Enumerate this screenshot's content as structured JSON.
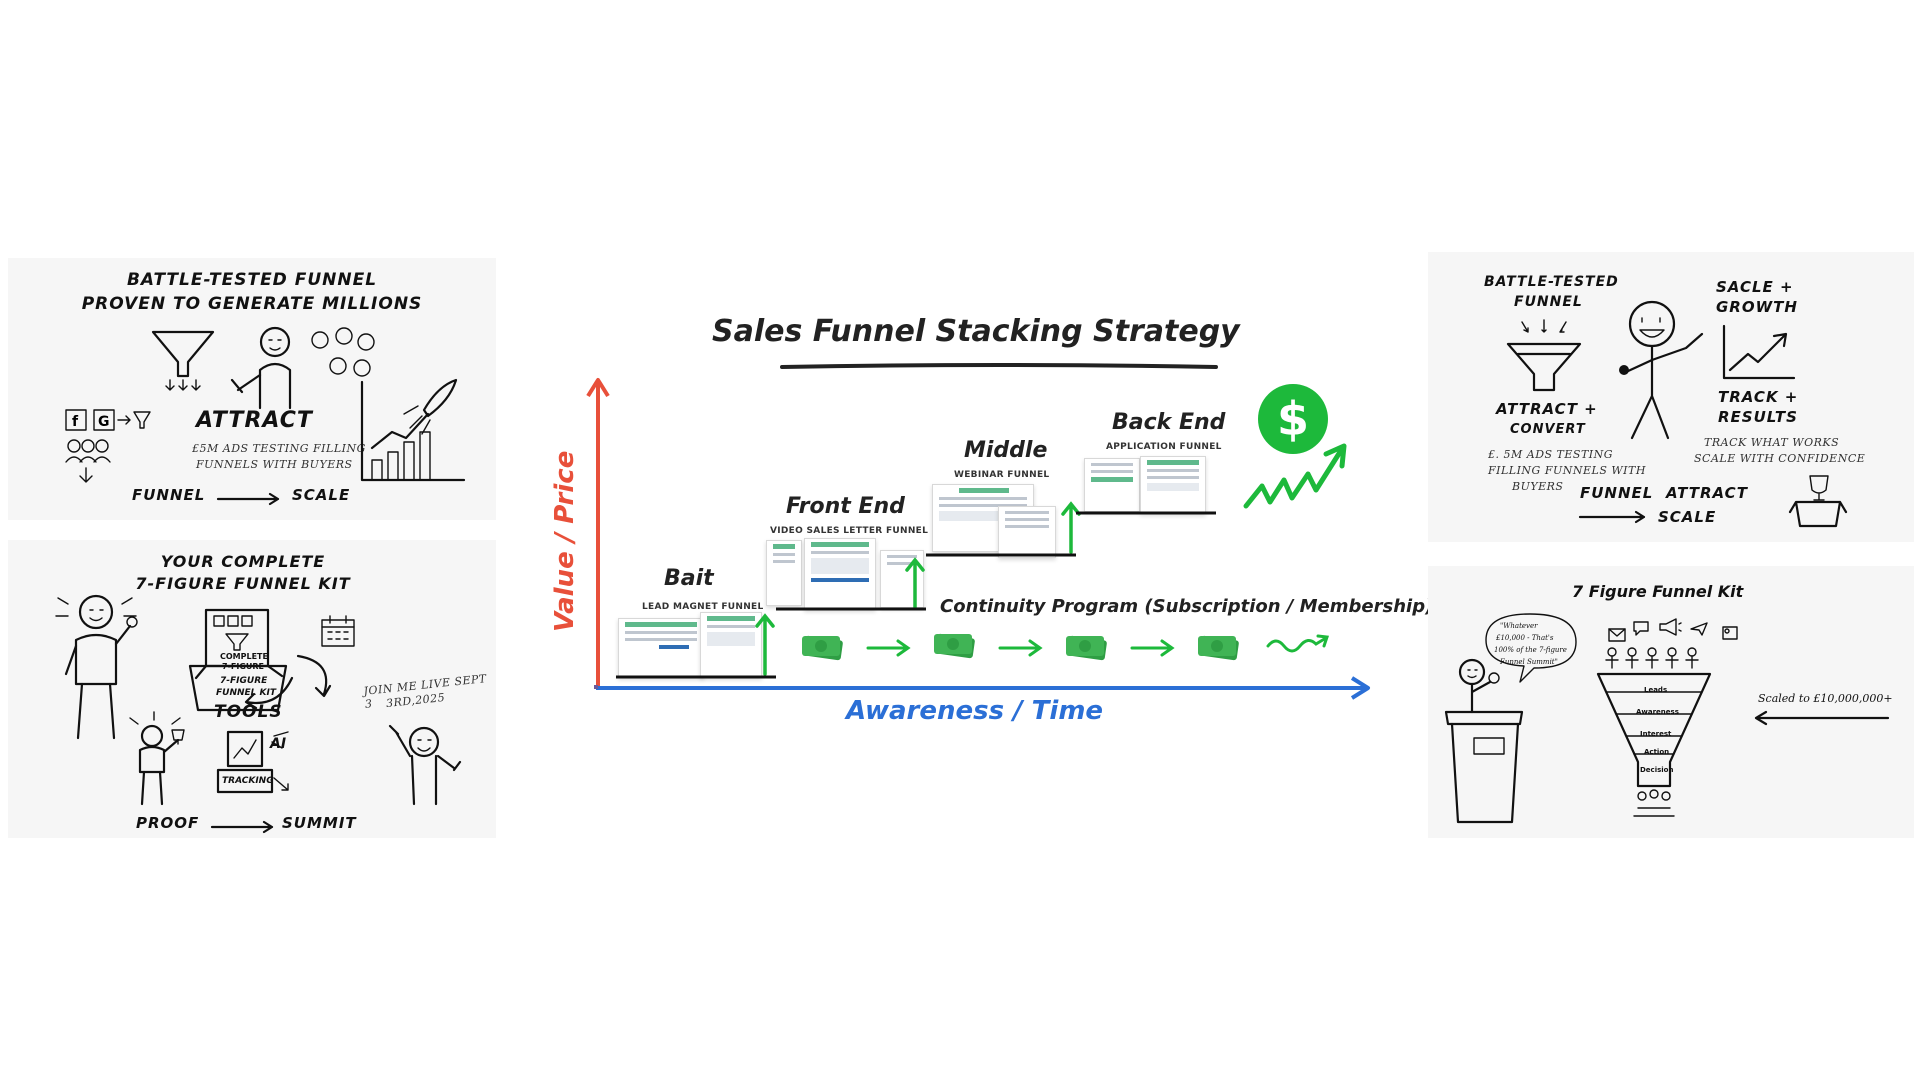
{
  "colors": {
    "green": "#1db93b",
    "red_axis": "#e8503a",
    "blue_axis": "#2b6fd6",
    "money_green": "#2f9e44"
  },
  "left_top": {
    "title_line1": "BATTLE-TESTED FUNNEL",
    "title_line2": "PROVEN TO GENERATE MILLIONS",
    "attract": "ATTRACT",
    "caption_line1": "£5m ADS TESTING FILLING",
    "caption_line2": "FUNNELS WITH BUYERS",
    "funnel": "FUNNEL",
    "scale": "SCALE"
  },
  "left_bottom": {
    "title_line1": "YOUR COMPLETE",
    "title_line2": "7-FIGURE FUNNEL KIT",
    "box_line1": "COMPLETE",
    "box_line2": "7-FIGURE",
    "box_label1": "7-FIGURE",
    "box_label2": "FUNNEL KIT",
    "tools": "TOOLS",
    "join_line1": "JOIN ME LIVE SEPT 3",
    "join_line2": "3RD,2025",
    "tracking": "TRACKING",
    "ai": "AI",
    "proof": "PROOF",
    "summit": "SUMMIT"
  },
  "center": {
    "title": "Sales Funnel Stacking Strategy",
    "y_axis": "Value / Price",
    "x_axis": "Awareness / Time",
    "dollar": "$",
    "stages": [
      {
        "title": "Bait",
        "subtitle": "LEAD MAGNET FUNNEL"
      },
      {
        "title": "Front End",
        "subtitle": "VIDEO SALES LETTER FUNNEL"
      },
      {
        "title": "Middle",
        "subtitle": "WEBINAR FUNNEL"
      },
      {
        "title": "Back End",
        "subtitle": "APPLICATION FUNNEL"
      }
    ],
    "continuity": "Continuity Program (Subscription / Membership)"
  },
  "right_top": {
    "title_line1": "BATTLE-TESTED",
    "title_line2": "FUNNEL",
    "growth_line1": "SACLE +",
    "growth_line2": "GROWTH",
    "attract_line1": "ATTRACT +",
    "attract_line2": "CONVERT",
    "caption_line1": "£. 5m ADS TESTING",
    "caption_line2": "FILLING FUNNELS WITH",
    "caption_line3": "BUYERS",
    "track_line1": "TRACK +",
    "track_line2": "RESULTS",
    "track_caption1": "TRACK WHAT WORKS",
    "track_caption2": "SCALE WITH CONFIDENCE",
    "funnel": "FUNNEL",
    "attract": "ATTRACT",
    "scale": "SCALE"
  },
  "right_bottom": {
    "title": "7 Figure Funnel Kit",
    "bubble_line1": "\"Whatever",
    "bubble_line2": "£10,000 - That's",
    "bubble_line3": "100% of the 7-figure",
    "bubble_line4": "Funnel Summit\"",
    "scaled": "Scaled to £10,000,000+",
    "funnel_levels": [
      "Leads",
      "Awareness",
      "Interest",
      "Action",
      "Decision"
    ]
  }
}
